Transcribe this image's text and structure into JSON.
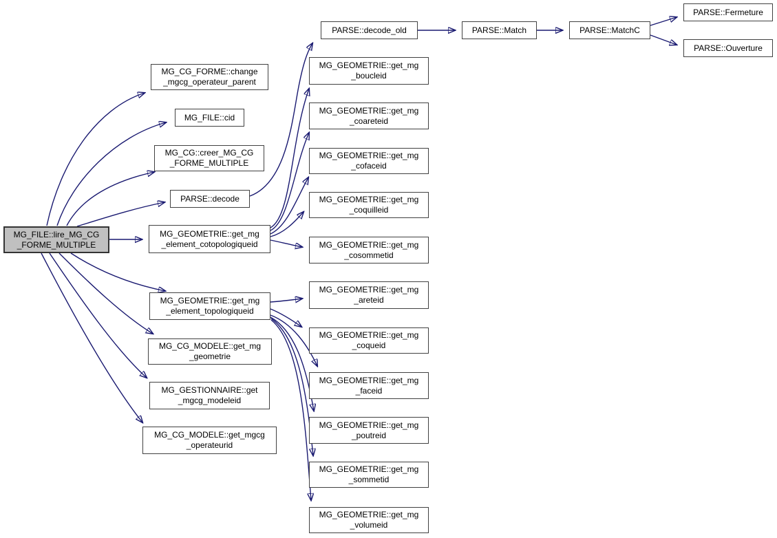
{
  "diagram_type": "call-graph",
  "colors": {
    "edge": "#191970",
    "node_border": "#404040",
    "node_fill": "#ffffff",
    "highlight_node_fill": "#c0c0c0",
    "text": "#000000",
    "background": "#ffffff"
  },
  "nodes": [
    {
      "id": "lire_mg_cg_forme_multiple",
      "label": "MG_FILE::lire_MG_CG\n_FORME_MULTIPLE",
      "highlighted": true
    },
    {
      "id": "change_mgcg_operateur_parent",
      "label": "MG_CG_FORME::change\n_mgcg_operateur_parent"
    },
    {
      "id": "cid",
      "label": "MG_FILE::cid"
    },
    {
      "id": "creer_mg_cg_forme_multiple",
      "label": "MG_CG::creer_MG_CG\n_FORME_MULTIPLE"
    },
    {
      "id": "decode",
      "label": "PARSE::decode"
    },
    {
      "id": "get_mg_element_cotopologiqueid",
      "label": "MG_GEOMETRIE::get_mg\n_element_cotopologiqueid"
    },
    {
      "id": "get_mg_element_topologiqueid",
      "label": "MG_GEOMETRIE::get_mg\n_element_topologiqueid"
    },
    {
      "id": "get_mg_geometrie",
      "label": "MG_CG_MODELE::get_mg\n_geometrie"
    },
    {
      "id": "get_mgcg_modeleid",
      "label": "MG_GESTIONNAIRE::get\n_mgcg_modeleid"
    },
    {
      "id": "get_mgcg_operateurid",
      "label": "MG_CG_MODELE::get_mgcg\n_operateurid"
    },
    {
      "id": "decode_old",
      "label": "PARSE::decode_old"
    },
    {
      "id": "get_mg_boucleid",
      "label": "MG_GEOMETRIE::get_mg\n_boucleid"
    },
    {
      "id": "get_mg_coareteid",
      "label": "MG_GEOMETRIE::get_mg\n_coareteid"
    },
    {
      "id": "get_mg_cofaceid",
      "label": "MG_GEOMETRIE::get_mg\n_cofaceid"
    },
    {
      "id": "get_mg_coquilleid",
      "label": "MG_GEOMETRIE::get_mg\n_coquilleid"
    },
    {
      "id": "get_mg_cosommetid",
      "label": "MG_GEOMETRIE::get_mg\n_cosommetid"
    },
    {
      "id": "get_mg_areteid",
      "label": "MG_GEOMETRIE::get_mg\n_areteid"
    },
    {
      "id": "get_mg_coqueid",
      "label": "MG_GEOMETRIE::get_mg\n_coqueid"
    },
    {
      "id": "get_mg_faceid",
      "label": "MG_GEOMETRIE::get_mg\n_faceid"
    },
    {
      "id": "get_mg_poutreid",
      "label": "MG_GEOMETRIE::get_mg\n_poutreid"
    },
    {
      "id": "get_mg_sommetid",
      "label": "MG_GEOMETRIE::get_mg\n_sommetid"
    },
    {
      "id": "get_mg_volumeid",
      "label": "MG_GEOMETRIE::get_mg\n_volumeid"
    },
    {
      "id": "match",
      "label": "PARSE::Match"
    },
    {
      "id": "matchc",
      "label": "PARSE::MatchC"
    },
    {
      "id": "fermeture",
      "label": "PARSE::Fermeture"
    },
    {
      "id": "ouverture",
      "label": "PARSE::Ouverture"
    }
  ],
  "edges": [
    "lire_mg_cg_forme_multiple -> change_mgcg_operateur_parent",
    "lire_mg_cg_forme_multiple -> cid",
    "lire_mg_cg_forme_multiple -> creer_mg_cg_forme_multiple",
    "lire_mg_cg_forme_multiple -> decode",
    "lire_mg_cg_forme_multiple -> get_mg_element_cotopologiqueid",
    "lire_mg_cg_forme_multiple -> get_mg_element_topologiqueid",
    "lire_mg_cg_forme_multiple -> get_mg_geometrie",
    "lire_mg_cg_forme_multiple -> get_mgcg_modeleid",
    "lire_mg_cg_forme_multiple -> get_mgcg_operateurid",
    "decode -> decode_old",
    "get_mg_element_cotopologiqueid -> get_mg_boucleid",
    "get_mg_element_cotopologiqueid -> get_mg_coareteid",
    "get_mg_element_cotopologiqueid -> get_mg_cofaceid",
    "get_mg_element_cotopologiqueid -> get_mg_coquilleid",
    "get_mg_element_cotopologiqueid -> get_mg_cosommetid",
    "get_mg_element_topologiqueid -> get_mg_areteid",
    "get_mg_element_topologiqueid -> get_mg_coqueid",
    "get_mg_element_topologiqueid -> get_mg_faceid",
    "get_mg_element_topologiqueid -> get_mg_poutreid",
    "get_mg_element_topologiqueid -> get_mg_sommetid",
    "get_mg_element_topologiqueid -> get_mg_volumeid",
    "decode_old -> match",
    "match -> matchc",
    "matchc -> fermeture",
    "matchc -> ouverture"
  ]
}
